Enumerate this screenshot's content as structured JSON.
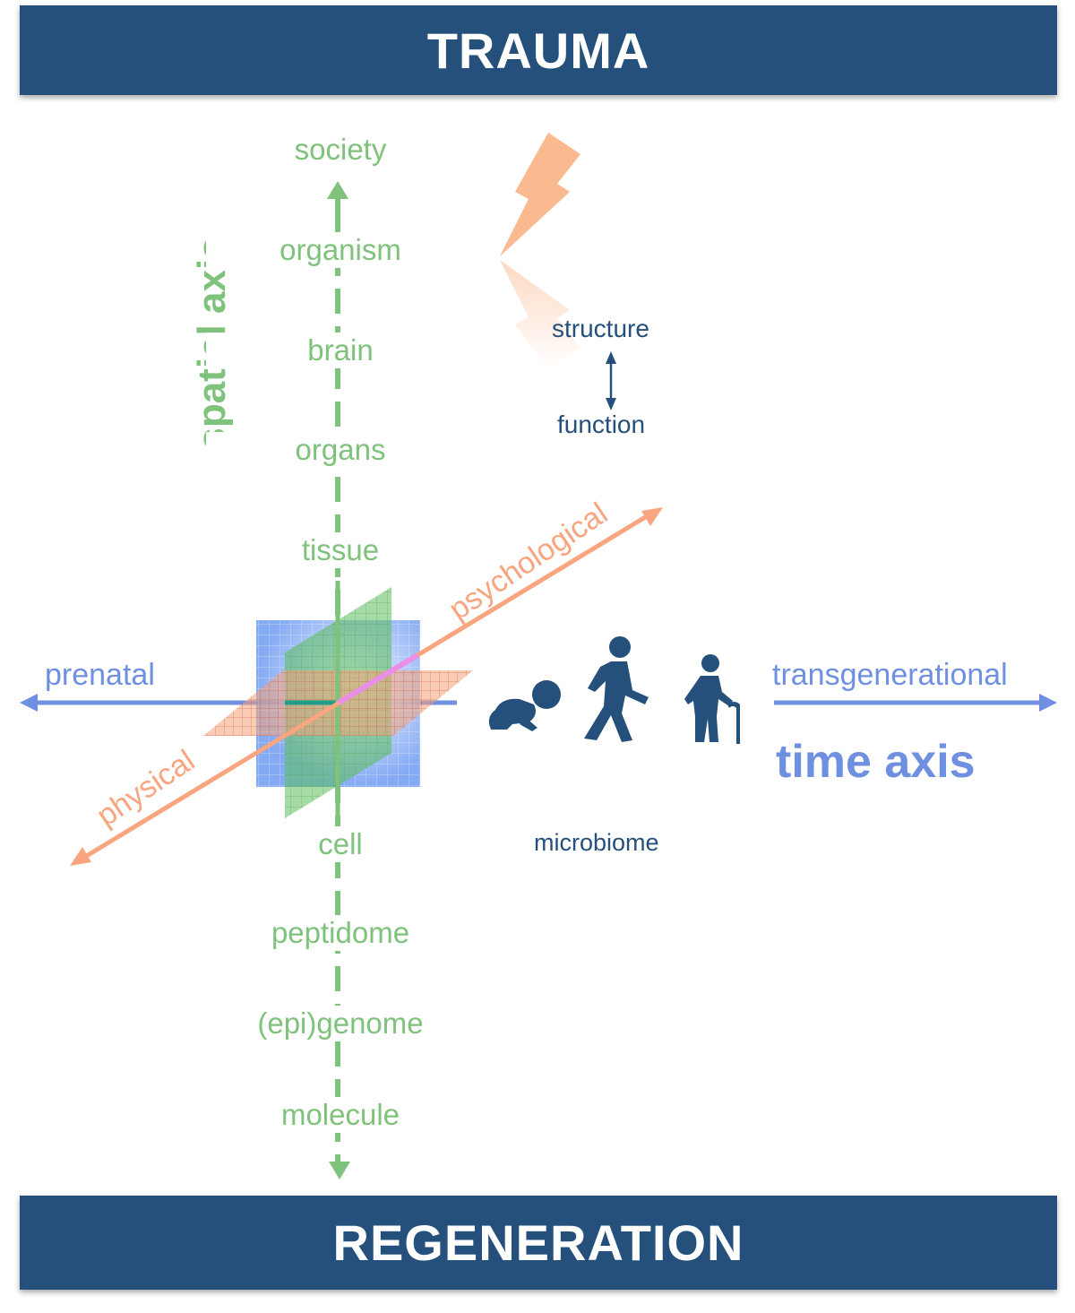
{
  "banners": {
    "top": "TRAUMA",
    "bottom": "REGENERATION"
  },
  "spatial_axis": {
    "title": "spatial axis",
    "levels_above": [
      "society",
      "organism",
      "brain",
      "organs",
      "tissue"
    ],
    "levels_below": [
      "cell",
      "peptidome",
      "(epi)genome",
      "molecule"
    ],
    "color": "#7fc27b"
  },
  "time_axis": {
    "title": "time axis",
    "start": "prenatal",
    "end": "transgenerational",
    "life_stages_icons": [
      "crawling-baby-icon",
      "walking-adult-icon",
      "elderly-person-cane-icon"
    ],
    "color": "#6f8fe0"
  },
  "trauma_axis": {
    "positive": "psychological",
    "negative": "physical",
    "color": "#f9a57f"
  },
  "structure_function": {
    "top": "structure",
    "bottom": "function",
    "icon": "double-arrow-icon"
  },
  "microbiome": "microbiome",
  "lightning_icon": "lightning-bolt-icon",
  "colors": {
    "banner": "#24507b",
    "dark_text": "#24507b"
  }
}
